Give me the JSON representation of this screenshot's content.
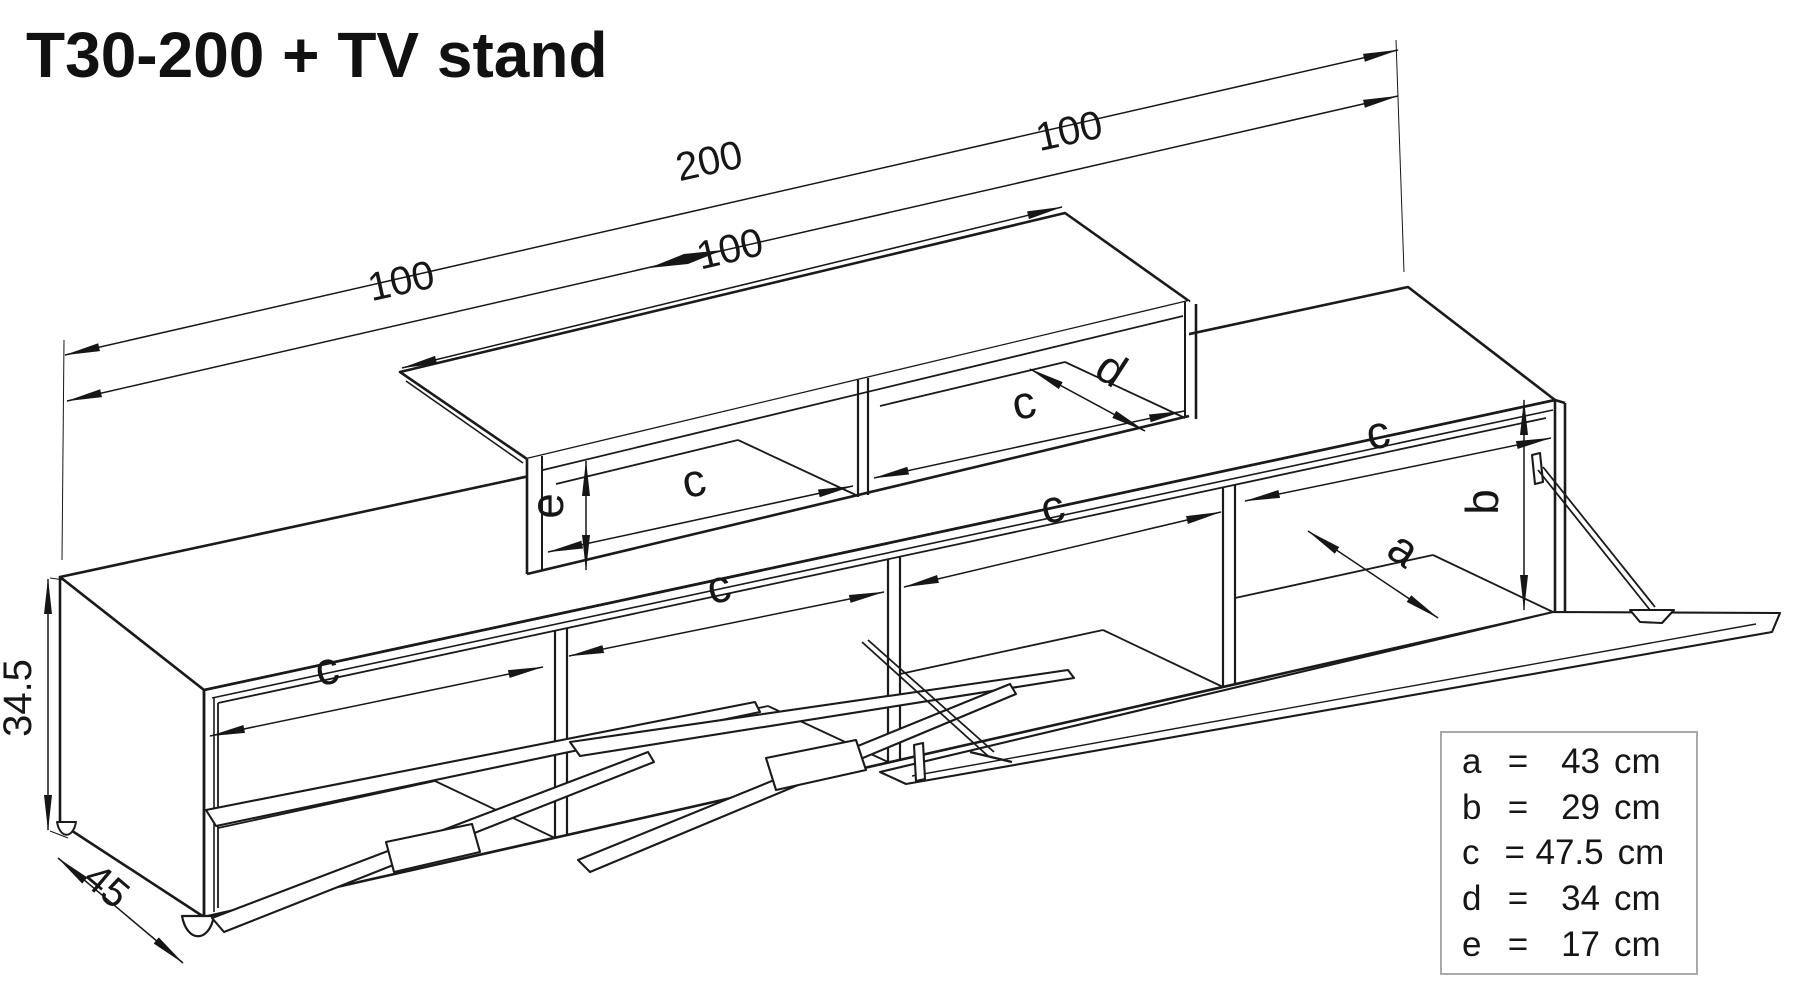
{
  "title": "T30-200 + TV stand",
  "dims": {
    "total_width": "200",
    "left_section_width": "100",
    "right_section_width": "100",
    "shelf_width": "100",
    "cabinet_height": "34.5",
    "cabinet_depth": "45",
    "var_a": "a",
    "var_b": "b",
    "var_c": "c",
    "var_d": "d",
    "var_e": "e"
  },
  "legend": {
    "eq": "=",
    "rows": [
      {
        "key": "a",
        "value": "43",
        "unit": "cm"
      },
      {
        "key": "b",
        "value": "29",
        "unit": "cm"
      },
      {
        "key": "c",
        "value": "47.5",
        "unit": "cm"
      },
      {
        "key": "d",
        "value": "34",
        "unit": "cm"
      },
      {
        "key": "e",
        "value": "17",
        "unit": "cm"
      }
    ]
  }
}
